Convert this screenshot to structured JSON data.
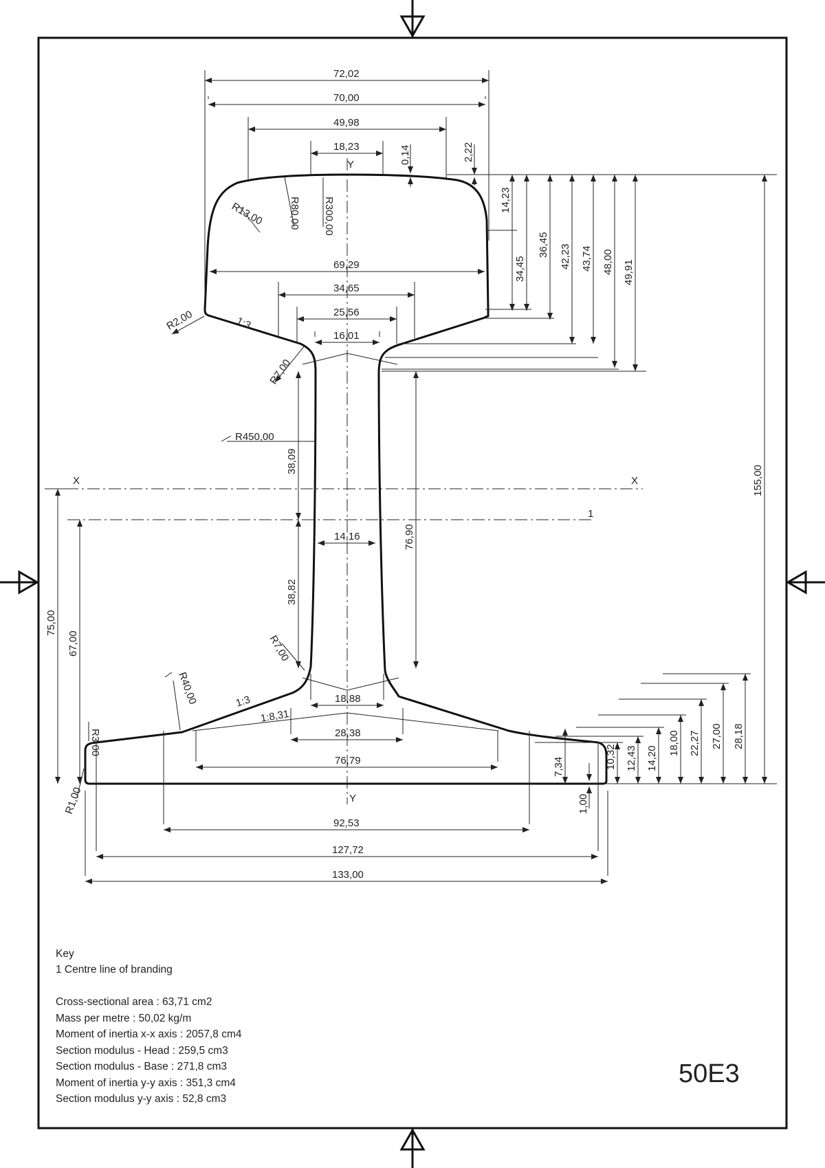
{
  "profile_code": "50E3",
  "key": {
    "heading": "Key",
    "items": [
      "1 Centre line of branding"
    ]
  },
  "properties": [
    "Cross-sectional area : 63,71 cm2",
    "Mass per metre : 50,02 kg/m",
    "Moment of inertia x-x axis : 2057,8 cm4",
    "Section modulus - Head : 259,5 cm3",
    "Section modulus - Base : 271,8 cm3",
    "Moment of inertia y-y axis : 351,3 cm4",
    "Section modulus y-y axis : 52,8 cm3"
  ],
  "axis_labels": {
    "x_left": "X",
    "x_right": "X",
    "y_top": "Y",
    "y_bottom": "Y",
    "branding_line": "1"
  },
  "head_widths": [
    "72,02",
    "70,00",
    "49,98",
    "18,23",
    "69,29",
    "34,65",
    "25,56",
    "16,01"
  ],
  "head_offsets": [
    "0,14",
    "2,22"
  ],
  "head_radii": [
    "R13,00",
    "R80,00",
    "R300,00",
    "R2,00",
    "R7,00"
  ],
  "head_slope": "1:3",
  "right_heights": [
    "14,23",
    "34,45",
    "36,45",
    "42,23",
    "43,74",
    "48,00",
    "49,91"
  ],
  "overall_height": "155,00",
  "web": {
    "radius": "R450,00",
    "upper": "38,09",
    "lower": "38,82",
    "thickness": "14,16",
    "height": "76,90",
    "foot_radius": "R7,00"
  },
  "left_heights": [
    "75,00",
    "67,00"
  ],
  "foot": {
    "radius_large": "R40,00",
    "slope_1": "1:3",
    "slope_2": "1:8,31",
    "widths": [
      "18,88",
      "28,38",
      "76,79"
    ],
    "tip_radius": "R3,00",
    "corner_radius": "R1,00",
    "small": [
      "7,34",
      "1,00"
    ],
    "heights": [
      "10,32",
      "12,43",
      "14,20",
      "18,00",
      "22,27",
      "27,00",
      "28,18"
    ]
  },
  "base_widths": [
    "92,53",
    "127,72",
    "133,00"
  ]
}
